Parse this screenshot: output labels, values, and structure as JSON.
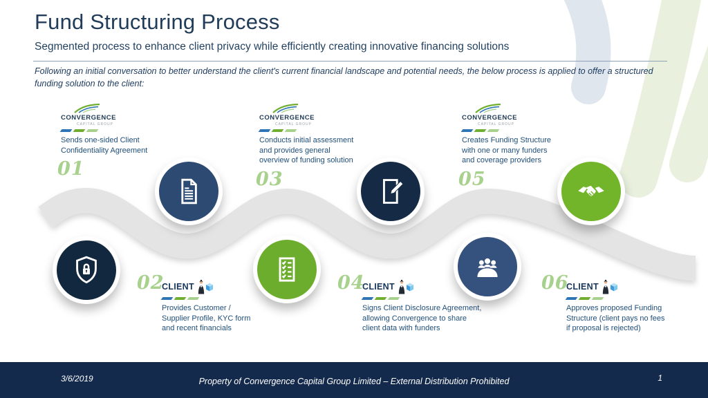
{
  "slide": {
    "title": "Fund Structuring Process",
    "subtitle": "Segmented process to enhance client privacy while efficiently creating innovative financing solutions",
    "intro": "Following an initial conversation to better understand the client's current financial landscape and potential needs, the below process is applied to offer a structured funding solution to the client:"
  },
  "brand": {
    "name": "CONVERGENCE",
    "tagline": "CAPITAL GROUP"
  },
  "client_label": "CLIENT",
  "steps": [
    {
      "number": "01",
      "actor": "convergence",
      "icon": "shield-lock-icon",
      "lines": [
        "Sends one-sided Client",
        "Confidentiality Agreement",
        ""
      ]
    },
    {
      "number": "02",
      "actor": "client",
      "icon": "document-icon",
      "lines": [
        "Provides Customer /",
        "Supplier Profile, KYC form",
        "and recent financials"
      ]
    },
    {
      "number": "03",
      "actor": "convergence",
      "icon": "checklist-icon",
      "lines": [
        "Conducts initial assessment",
        "and provides general",
        "overview of funding solution"
      ]
    },
    {
      "number": "04",
      "actor": "client",
      "icon": "sign-document-icon",
      "lines": [
        "Signs Client Disclosure Agreement,",
        "allowing Convergence to share",
        "client data with funders"
      ]
    },
    {
      "number": "05",
      "actor": "convergence",
      "icon": "meeting-icon",
      "lines": [
        "Creates Funding Structure",
        "with one or many funders",
        "and coverage providers"
      ]
    },
    {
      "number": "06",
      "actor": "client",
      "icon": "handshake-icon",
      "lines": [
        "Approves proposed Funding",
        "Structure (client pays no fees",
        "if proposal is rejected)"
      ]
    }
  ],
  "footer": {
    "date": "3/6/2019",
    "notice": "Property of Convergence Capital Group Limited – External Distribution Prohibited",
    "page": "1"
  },
  "colors": {
    "navy_title": "#203c59",
    "step_text_blue": "#1f4e79",
    "number_green": "#a9d18e",
    "circle_dark_navy": "#12283f",
    "circle_navy": "#2d4a73",
    "circle_green": "#6dad2d",
    "wave_gray": "#e4e4e4",
    "footer_navy": "#142a4d",
    "dash_blue": "#2e75b6",
    "dash_green": "#6fae2f",
    "dash_light_green": "#a9d18e"
  }
}
